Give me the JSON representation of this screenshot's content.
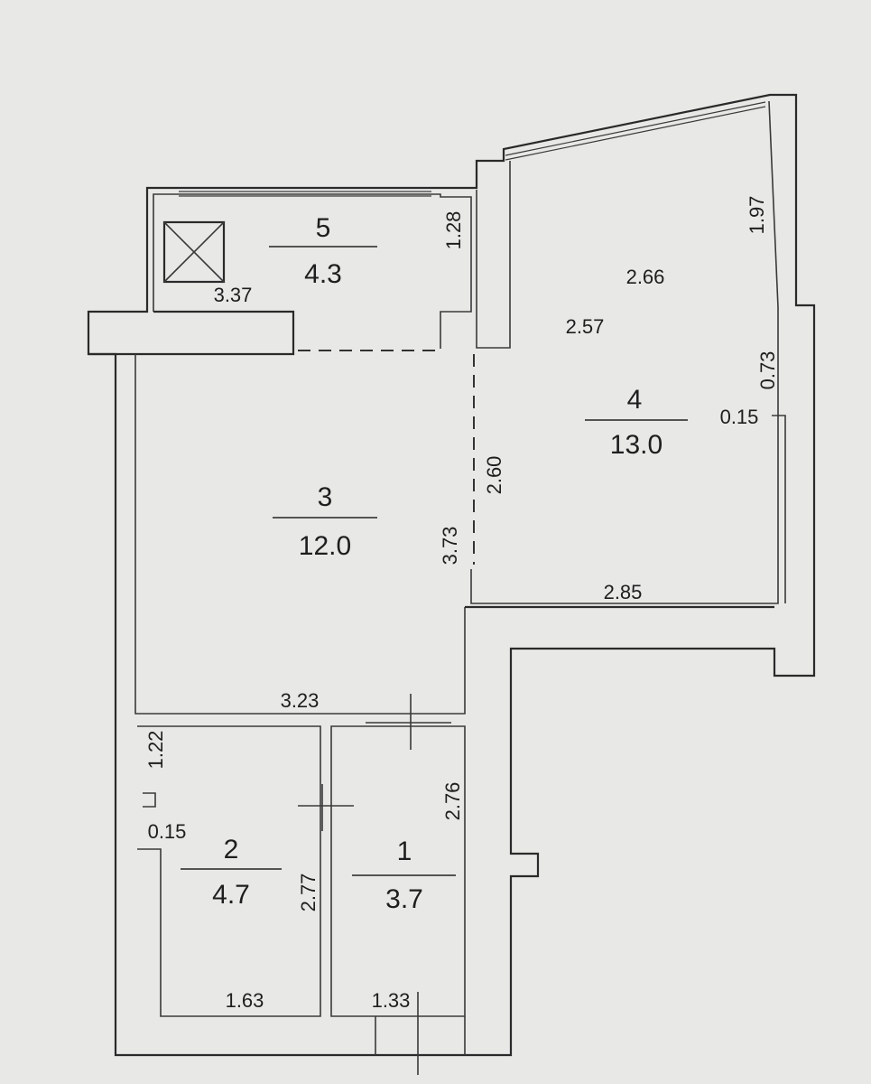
{
  "rooms": [
    {
      "number": "1",
      "area": "3.7"
    },
    {
      "number": "2",
      "area": "4.7"
    },
    {
      "number": "3",
      "area": "12.0"
    },
    {
      "number": "4",
      "area": "13.0"
    },
    {
      "number": "5",
      "area": "4.3"
    }
  ],
  "dimensions": {
    "room5_width": "3.37",
    "room5_depth": "1.28",
    "room4_width_top": "2.66",
    "room4_width_mid": "2.57",
    "room4_right_wall": "1.97",
    "room4_window_pier": "0.73",
    "room4_niche": "0.15",
    "room4_opening": "2.60",
    "room4_width_bottom": "2.85",
    "room3_width": "3.23",
    "room3_depth": "3.73",
    "room2_depth_small": "1.22",
    "room2_niche": "0.15",
    "room2_depth": "2.77",
    "room2_width": "1.63",
    "room1_depth": "2.76",
    "room1_width": "1.33"
  }
}
